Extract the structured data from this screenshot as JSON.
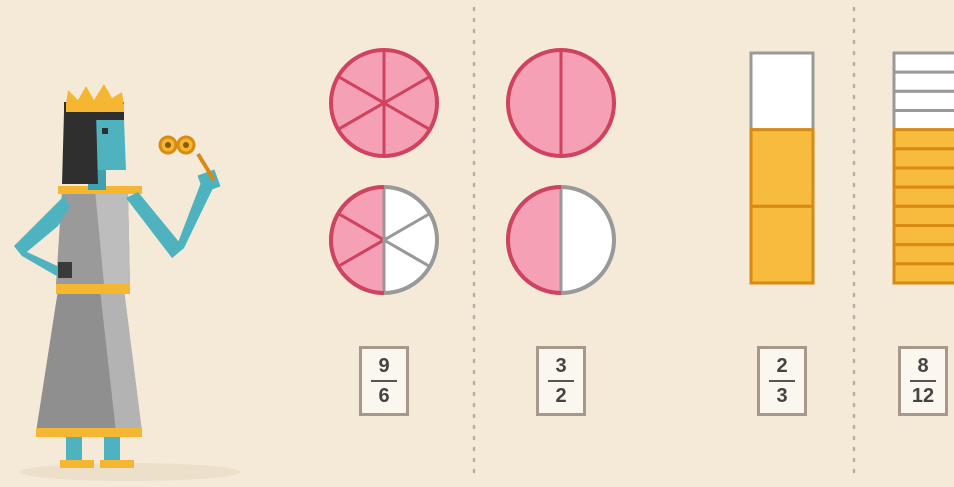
{
  "colors": {
    "background": "#f5ead8",
    "pie_fill": "#f5a0b4",
    "pie_line": "#d0425f",
    "pie_empty": "#ffffff",
    "bar_fill": "#f7bb3d",
    "bar_line": "#d98a12",
    "divider": "#b8aea4"
  },
  "figure": {
    "icon": "pharaoh-queen-with-opera-glasses"
  },
  "fractions": [
    {
      "id": "nine-sixths",
      "numerator": "9",
      "denominator": "6",
      "model": "pies",
      "parts_per_whole": 6,
      "wholes": 2,
      "filled_parts": 9
    },
    {
      "id": "three-halves",
      "numerator": "3",
      "denominator": "2",
      "model": "pies",
      "parts_per_whole": 2,
      "wholes": 2,
      "filled_parts": 3
    },
    {
      "id": "two-thirds",
      "numerator": "2",
      "denominator": "3",
      "model": "bar",
      "parts": 3,
      "filled_parts": 2
    },
    {
      "id": "eight-twelfths",
      "numerator": "8",
      "denominator": "12",
      "model": "bar",
      "parts": 12,
      "filled_parts": 8
    }
  ]
}
